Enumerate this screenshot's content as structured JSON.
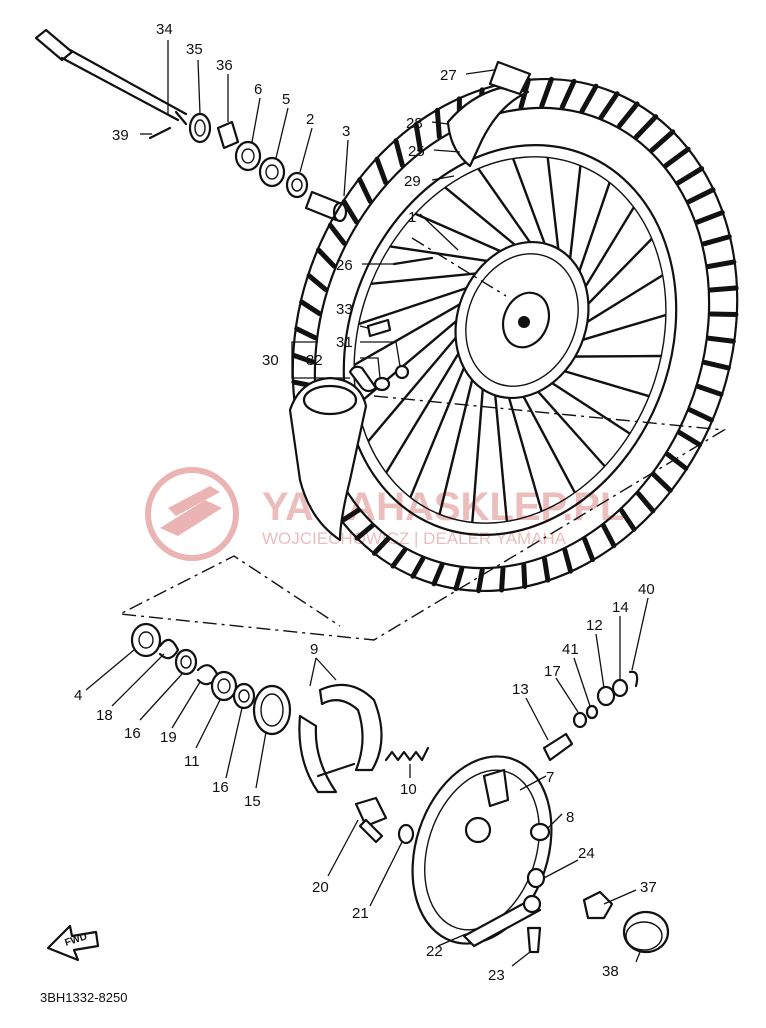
{
  "diagram": {
    "part_code": "3BH1332-8250",
    "fwd_label": "FWD",
    "watermark": {
      "title": "YAMAHASKLEP.PL",
      "subtitle": "WOJCIECHOWICZ | DEALER YAMAHA"
    },
    "callouts": [
      "1",
      "2",
      "3",
      "4",
      "5",
      "6",
      "7",
      "8",
      "9",
      "10",
      "11",
      "12",
      "13",
      "14",
      "15",
      "16",
      "17",
      "18",
      "19",
      "20",
      "21",
      "22",
      "23",
      "24",
      "25",
      "26",
      "27",
      "28",
      "29",
      "30",
      "31",
      "32",
      "33",
      "34",
      "35",
      "36",
      "37",
      "38",
      "39",
      "40",
      "41"
    ]
  }
}
